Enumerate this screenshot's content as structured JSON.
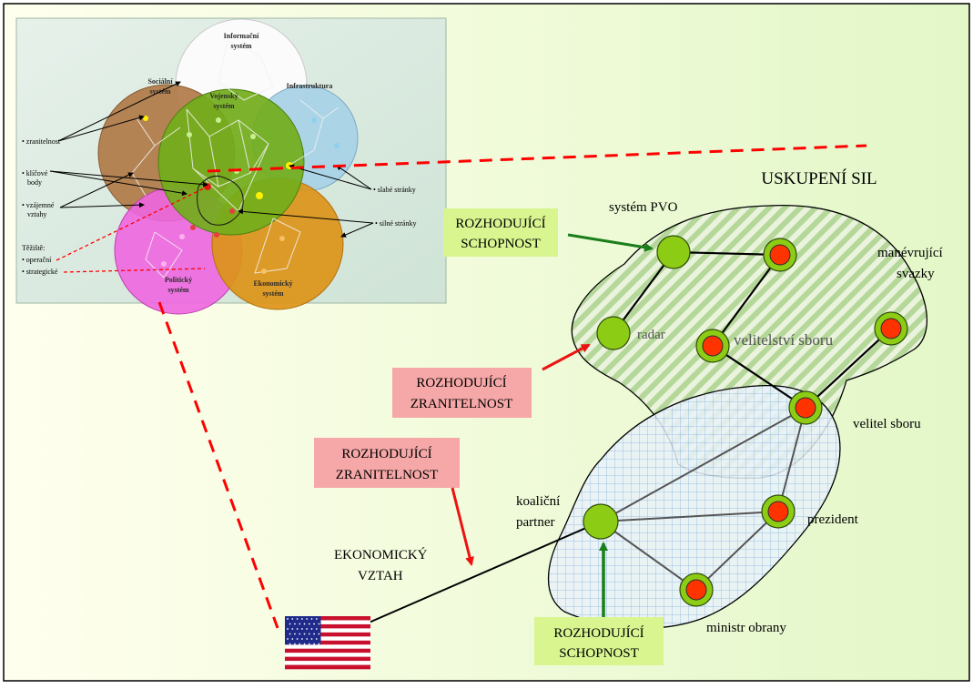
{
  "title": "USKUPENÍ SIL",
  "colors": {
    "frame_bg_left": "#ffffee",
    "frame_bg_right": "#e3f7c7",
    "green_box": "#d8f590",
    "pink_box": "#f6a8a8",
    "node_green": "#8ccc14",
    "node_red": "#ff3300",
    "dash_red": "#ff0000",
    "arrow_green": "#1a7f1a",
    "arrow_red": "#ee1111"
  },
  "callouts": {
    "cap_top": [
      "ROZHODUJÍCÍ",
      "SCHOPNOST"
    ],
    "vuln_mid": [
      "ROZHODUJÍCÍ",
      "ZRANITELNOST"
    ],
    "vuln_low": [
      "ROZHODUJÍCÍ",
      "ZRANITELNOST"
    ],
    "cap_bottom": [
      "ROZHODUJÍCÍ",
      "SCHOPNOST"
    ]
  },
  "nodes": {
    "pvo": "systém PVO",
    "radar": "radar",
    "hq": "velitelství sboru",
    "maneuver": [
      "manévrující",
      "svazky"
    ],
    "commander": "velitel sboru",
    "coalition": [
      "koaliční",
      "partner"
    ],
    "president": "prezident",
    "minister": "ministr obrany"
  },
  "econ_link": [
    "EKONOMICKÝ",
    "VZTAH"
  ],
  "inset": {
    "circles": {
      "info": [
        "Informační",
        "systém"
      ],
      "social": [
        "Sociální",
        "systém"
      ],
      "military": [
        "Vojenský",
        "systém"
      ],
      "infra": "Infrastruktura",
      "political": [
        "Politický",
        "systém"
      ],
      "economic": [
        "Ekonomický",
        "systém"
      ]
    },
    "left_labels": {
      "vuln": "• zranitelnost",
      "key": [
        "• klíčové",
        "body"
      ],
      "mutual": [
        "• vzájemné",
        "vztahy"
      ],
      "cog": "Těžiště:",
      "op": "• operační",
      "strat": "• strategické"
    },
    "right_labels": {
      "weak": "• slabé stránky",
      "strong": "• silné stránky"
    }
  },
  "flag": "us-flag-icon"
}
